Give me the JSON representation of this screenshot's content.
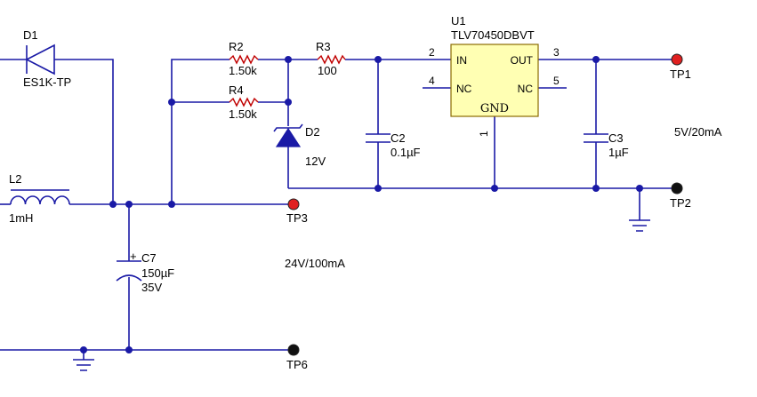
{
  "components": {
    "d1": {
      "ref": "D1",
      "value": "ES1K-TP"
    },
    "l2": {
      "ref": "L2",
      "value": "1mH"
    },
    "r2": {
      "ref": "R2",
      "value": "1.50k"
    },
    "r4": {
      "ref": "R4",
      "value": "1.50k"
    },
    "r3": {
      "ref": "R3",
      "value": "100"
    },
    "d2": {
      "ref": "D2",
      "value": "12V"
    },
    "c2": {
      "ref": "C2",
      "value": "0.1µF"
    },
    "c3": {
      "ref": "C3",
      "value": "1µF"
    },
    "c7": {
      "ref": "C7",
      "value": "150µF",
      "voltage": "35V",
      "polarity": "+"
    },
    "u1": {
      "ref": "U1",
      "part": "TLV70450DBVT",
      "pins": {
        "in": {
          "name": "IN",
          "num": "2"
        },
        "out": {
          "name": "OUT",
          "num": "3"
        },
        "nc4": {
          "name": "NC",
          "num": "4"
        },
        "nc5": {
          "name": "NC",
          "num": "5"
        },
        "gnd": {
          "name": "GND",
          "num": "1"
        }
      },
      "body_color": "#ffffb3"
    }
  },
  "testpoints": {
    "tp1": {
      "label": "TP1",
      "color": "#e02020"
    },
    "tp2": {
      "label": "TP2",
      "color": "#111111"
    },
    "tp3": {
      "label": "TP3",
      "color": "#e02020"
    },
    "tp6": {
      "label": "TP6",
      "color": "#111111"
    }
  },
  "annotations": {
    "out_rating": "5V/20mA",
    "in_rating": "24V/100mA"
  },
  "colors": {
    "wire": "#1a1aa6",
    "resistor": "#c00000"
  }
}
